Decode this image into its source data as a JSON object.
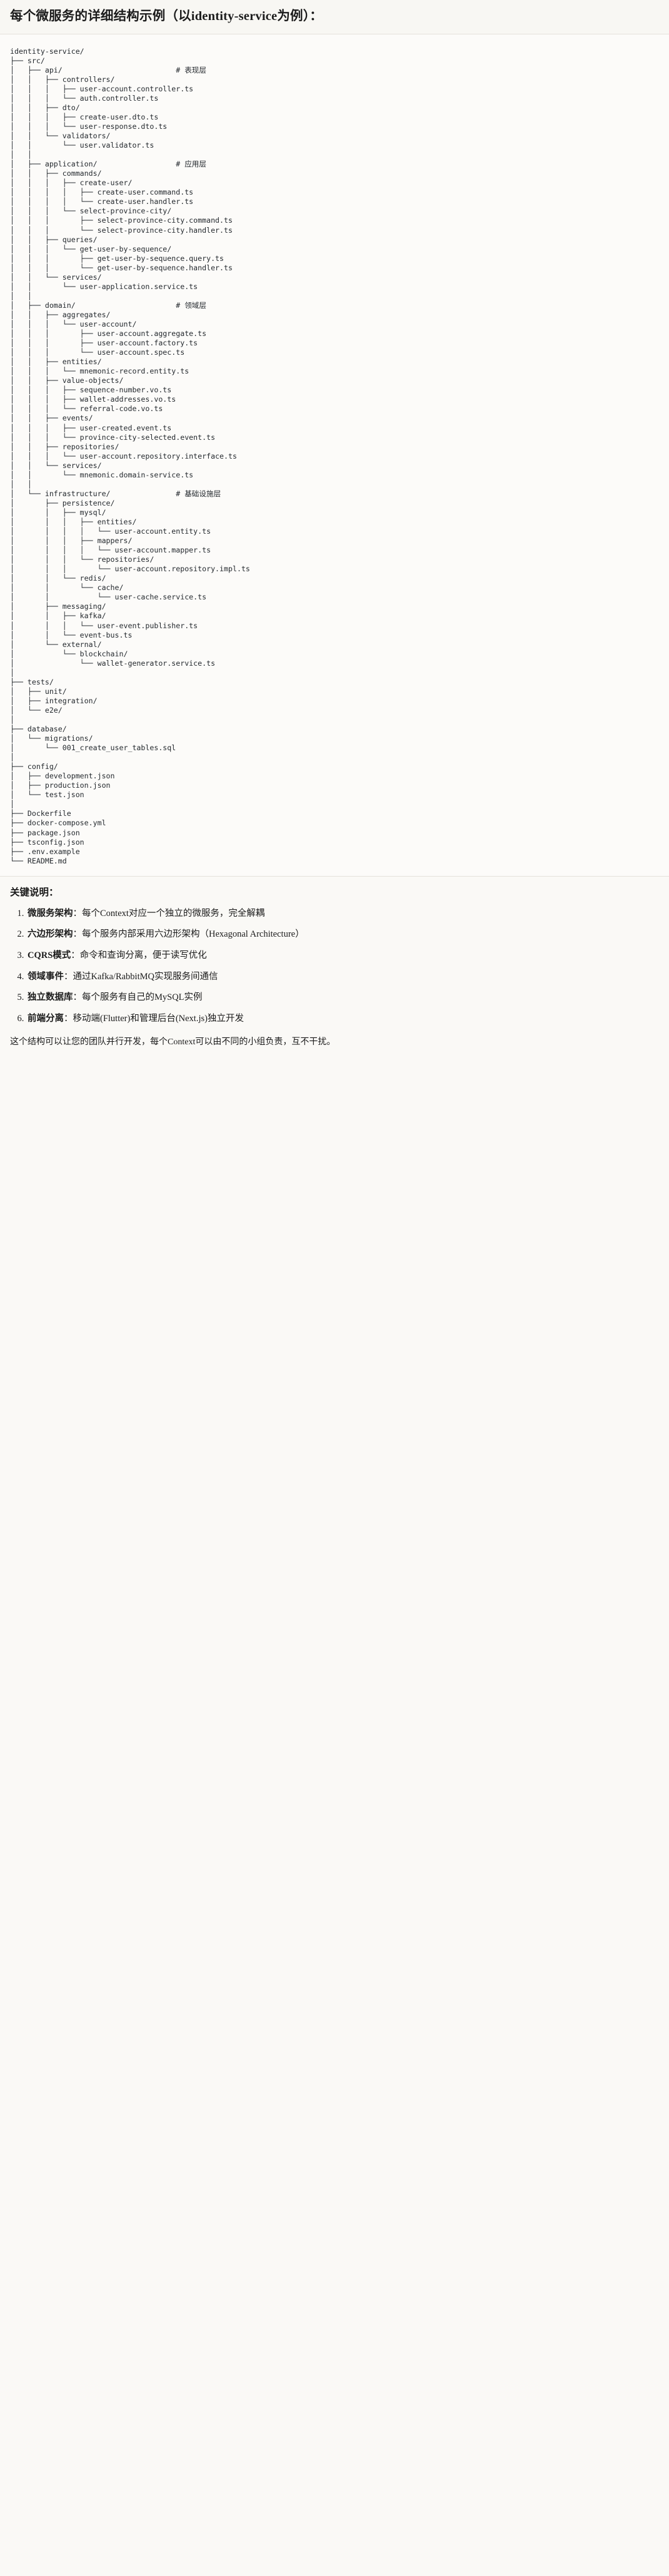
{
  "header": {
    "title": "每个微服务的详细结构示例（以identity-service为例）："
  },
  "tree": {
    "root": "identity-service/",
    "text": "identity-service/\n├── src/\n│   ├── api/                          # 表现层\n│   │   ├── controllers/\n│   │   │   ├── user-account.controller.ts\n│   │   │   └── auth.controller.ts\n│   │   ├── dto/\n│   │   │   ├── create-user.dto.ts\n│   │   │   └── user-response.dto.ts\n│   │   └── validators/\n│   │       └── user.validator.ts\n│   │\n│   ├── application/                  # 应用层\n│   │   ├── commands/\n│   │   │   ├── create-user/\n│   │   │   │   ├── create-user.command.ts\n│   │   │   │   └── create-user.handler.ts\n│   │   │   └── select-province-city/\n│   │   │       ├── select-province-city.command.ts\n│   │   │       └── select-province-city.handler.ts\n│   │   ├── queries/\n│   │   │   └── get-user-by-sequence/\n│   │   │       ├── get-user-by-sequence.query.ts\n│   │   │       └── get-user-by-sequence.handler.ts\n│   │   └── services/\n│   │       └── user-application.service.ts\n│   │\n│   ├── domain/                       # 领域层\n│   │   ├── aggregates/\n│   │   │   └── user-account/\n│   │   │       ├── user-account.aggregate.ts\n│   │   │       ├── user-account.factory.ts\n│   │   │       └── user-account.spec.ts\n│   │   ├── entities/\n│   │   │   └── mnemonic-record.entity.ts\n│   │   ├── value-objects/\n│   │   │   ├── sequence-number.vo.ts\n│   │   │   ├── wallet-addresses.vo.ts\n│   │   │   └── referral-code.vo.ts\n│   │   ├── events/\n│   │   │   ├── user-created.event.ts\n│   │   │   └── province-city-selected.event.ts\n│   │   ├── repositories/\n│   │   │   └── user-account.repository.interface.ts\n│   │   └── services/\n│   │       └── mnemonic.domain-service.ts\n│   │\n│   └── infrastructure/               # 基础设施层\n│       ├── persistence/\n│       │   ├── mysql/\n│       │   │   ├── entities/\n│       │   │   │   └── user-account.entity.ts\n│       │   │   ├── mappers/\n│       │   │   │   └── user-account.mapper.ts\n│       │   │   └── repositories/\n│       │   │       └── user-account.repository.impl.ts\n│       │   └── redis/\n│       │       └── cache/\n│       │           └── user-cache.service.ts\n│       ├── messaging/\n│       │   ├── kafka/\n│       │   │   └── user-event.publisher.ts\n│       │   └── event-bus.ts\n│       └── external/\n│           └── blockchain/\n│               └── wallet-generator.service.ts\n│\n├── tests/\n│   ├── unit/\n│   ├── integration/\n│   └── e2e/\n│\n├── database/\n│   └── migrations/\n│       └── 001_create_user_tables.sql\n│\n├── config/\n│   ├── development.json\n│   ├── production.json\n│   └── test.json\n│\n├── Dockerfile\n├── docker-compose.yml\n├── package.json\n├── tsconfig.json\n├── .env.example\n└── README.md"
  },
  "notes": {
    "heading": "关键说明：",
    "items": [
      {
        "term": "微服务架构",
        "sep": "：",
        "desc": "每个Context对应一个独立的微服务，完全解耦"
      },
      {
        "term": "六边形架构",
        "sep": "：",
        "desc": "每个服务内部采用六边形架构（Hexagonal Architecture）"
      },
      {
        "term": "CQRS模式",
        "sep": "：",
        "desc": "命令和查询分离，便于读写优化"
      },
      {
        "term": "领域事件",
        "sep": "：",
        "desc": "通过Kafka/RabbitMQ实现服务间通信"
      },
      {
        "term": "独立数据库",
        "sep": "：",
        "desc": "每个服务有自己的MySQL实例"
      },
      {
        "term": "前端分离",
        "sep": "：",
        "desc": "移动端(Flutter)和管理后台(Next.js)独立开发"
      }
    ],
    "closing": "这个结构可以让您的团队并行开发，每个Context可以由不同的小组负责，互不干扰。"
  },
  "colors": {
    "page_bg": "#faf9f6",
    "code_bg": "#fcfbf9",
    "text": "#1b1b1b",
    "code_text": "#24292e",
    "divider": "#e4e2dc"
  }
}
